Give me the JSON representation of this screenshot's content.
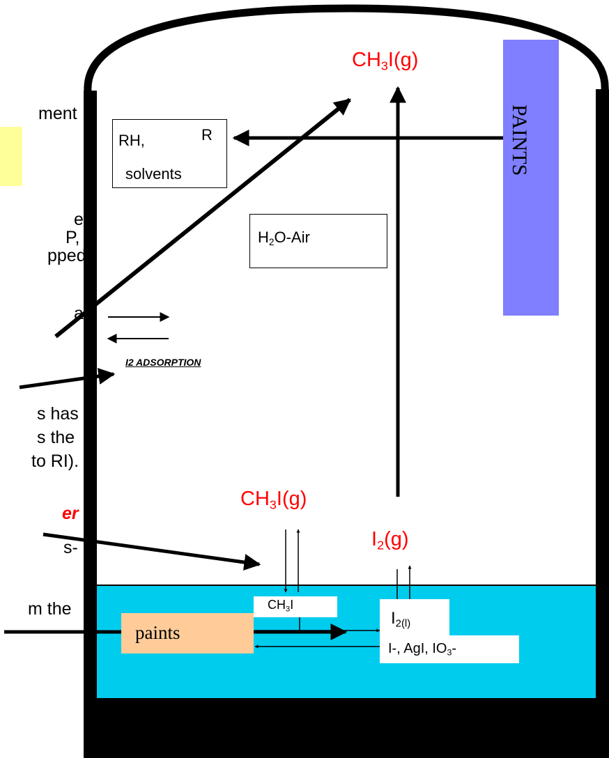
{
  "left_text": {
    "line1": "ment",
    "line2": "e",
    "line3": "P,",
    "line4": "pped",
    "line5": "a",
    "line6": "s has",
    "line7": "s the",
    "line8": "to RI).",
    "line9": "er",
    "line10": "s-",
    "line11": "m the"
  },
  "labels": {
    "ch3i_top_main": "CH",
    "ch3i_top_sub": "3",
    "ch3i_top_tail": "I(g)",
    "rh_line1": "RH,",
    "rh_r": "R",
    "rh_line2": "solvents",
    "paints_vertical": "PAINTS",
    "h2o_main": "H",
    "h2o_sub": "2",
    "h2o_tail": "O-Air",
    "i2_adsorption": "I2 ADSORPTION",
    "ch3i_mid_main": "CH",
    "ch3i_mid_sub": "3",
    "ch3i_mid_tail": "I(g)",
    "i2g_main": "I",
    "i2g_sub": "2",
    "i2g_tail": "(g)",
    "ch3i_liq_main": "CH",
    "ch3i_liq_sub": "3",
    "ch3i_liq_tail": "I",
    "i2l_main": "I",
    "i2l_sub": "2(l)",
    "paints_liquid": "paints",
    "ions_main": "I-, AgI, IO",
    "ions_sub": "3",
    "ions_tail": "-"
  },
  "colors": {
    "water": "#00ccee",
    "paints_bar": "#7f7fff",
    "paints_box": "#ffcc99",
    "highlight": "#ffff99",
    "red_text": "#ff0000"
  }
}
